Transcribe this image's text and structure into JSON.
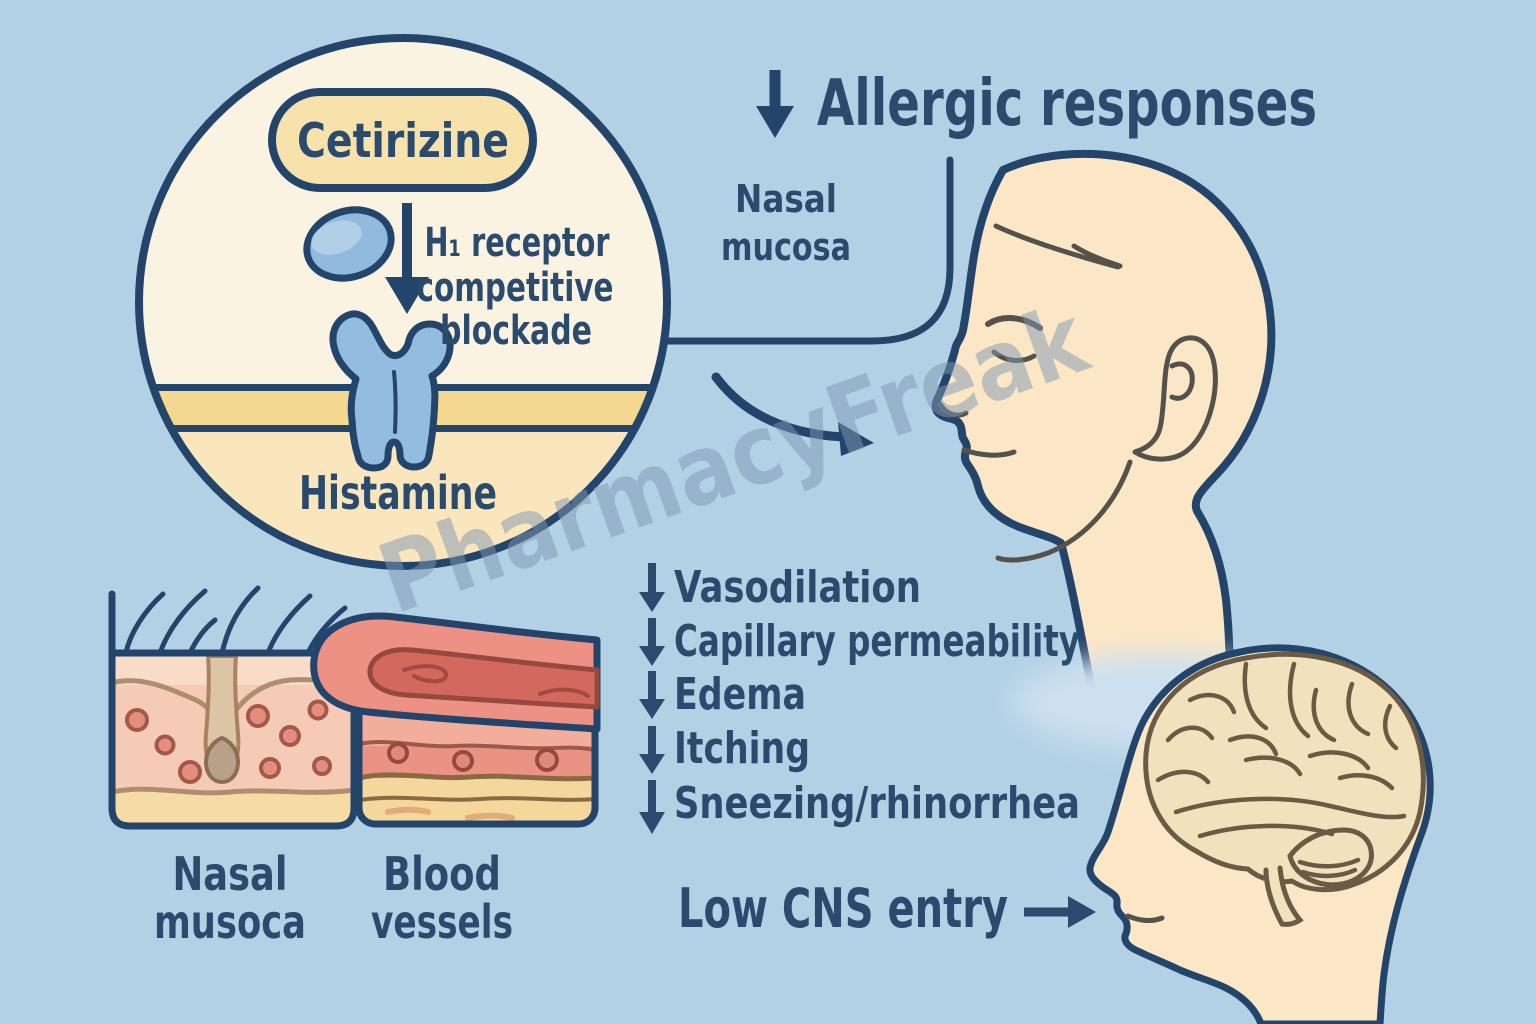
{
  "colors": {
    "background": "#B3D1E5",
    "outline_navy": "#24456B",
    "text_navy": "#2A4A6E",
    "circle_cream": "#FBF3E1",
    "circle_lower_cream": "#FAE6BC",
    "membrane_yellow": "#F5D88F",
    "pill_yellow": "#F8E2AC",
    "molecule_blue": "#92BADC",
    "receptor_blue": "#93BCDE",
    "skin": "#FBE7C6",
    "feature_gray": "#55524B",
    "brain_fill": "#F1E1BD",
    "brain_outline": "#6B5B45",
    "vessel_salmon": "#EC9184",
    "vessel_core": "#D2685E",
    "dermis_pink": "#F5CBB6",
    "tissue_tan": "#F6DCA4",
    "cell_dot": "#E58E7E"
  },
  "mechanism": {
    "drug": "Cetirizine",
    "action_line1": "H₁ receptor",
    "action_line2": "competitive",
    "action_line3": "blockade",
    "target": "Histamine"
  },
  "heading": {
    "label": "Allergic responses",
    "icon": "down-arrow-icon"
  },
  "callout": {
    "line1": "Nasal",
    "line2": "mucosa"
  },
  "effects": [
    {
      "icon": "down-arrow-icon",
      "label": "Vasodilation"
    },
    {
      "icon": "down-arrow-icon",
      "label": "Capillary permeability"
    },
    {
      "icon": "down-arrow-icon",
      "label": "Edema"
    },
    {
      "icon": "down-arrow-icon",
      "label": "Itching"
    },
    {
      "icon": "down-arrow-icon",
      "label": "Sneezing/rhinorrhea"
    }
  ],
  "tissues": {
    "left": {
      "line1": "Nasal",
      "line2": "musoca"
    },
    "right": {
      "line1": "Blood",
      "line2": "vessels"
    }
  },
  "cns_note": {
    "label": "Low CNS entry",
    "icon": "right-arrow-icon"
  },
  "watermark": {
    "text": "PharmacyFreak"
  }
}
